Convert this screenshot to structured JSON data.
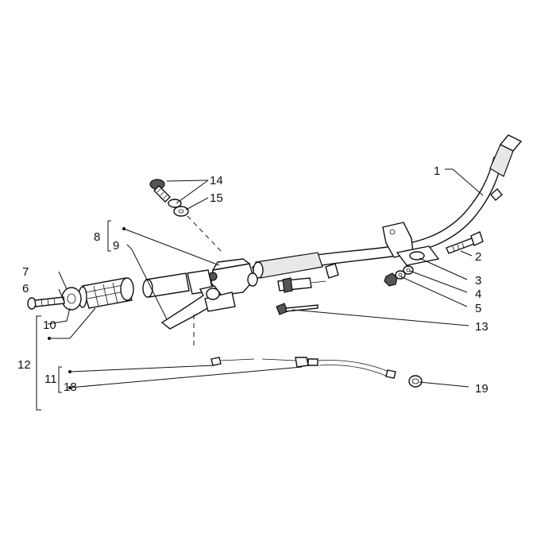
{
  "callouts": {
    "c1": "1",
    "c2": "2",
    "c3": "3",
    "c4": "4",
    "c5": "5",
    "c6": "6",
    "c7": "7",
    "c8": "8",
    "c9": "9",
    "c10": "10",
    "c11": "11",
    "c12": "12",
    "c13": "13",
    "c14": "14",
    "c15": "15",
    "c18": "18",
    "c19": "19"
  }
}
